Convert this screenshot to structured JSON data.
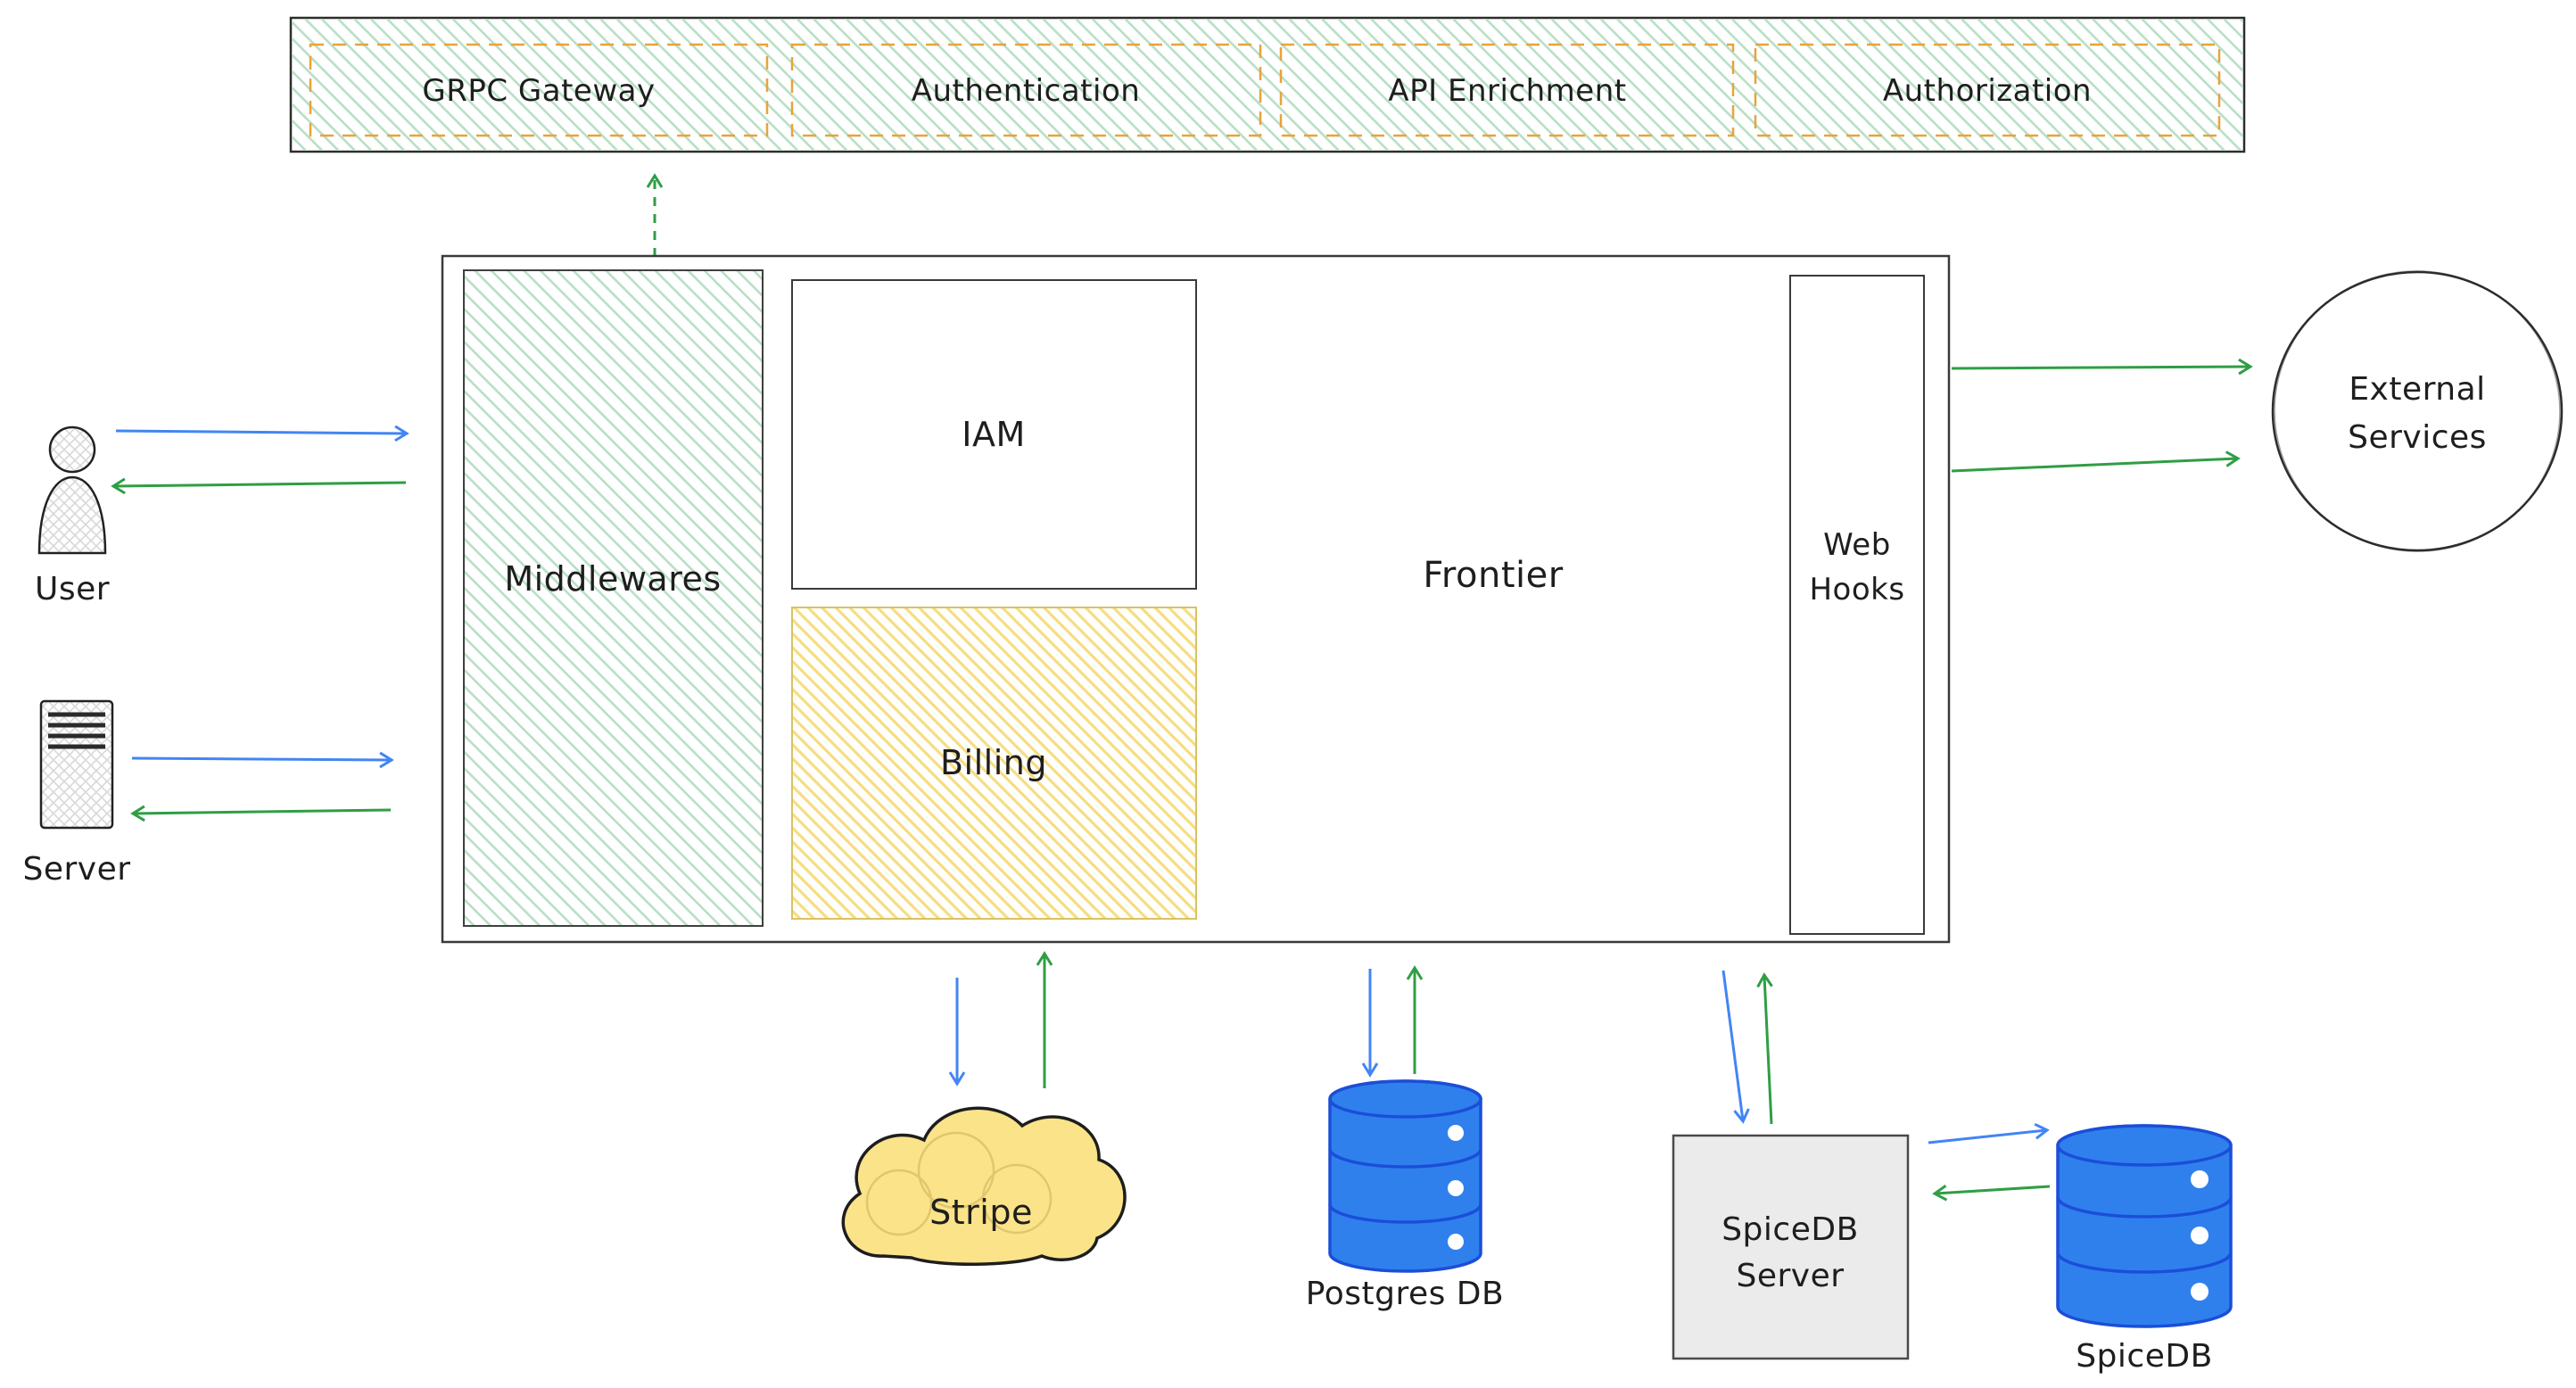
{
  "top_bar": {
    "items": [
      {
        "label": "GRPC Gateway"
      },
      {
        "label": "Authentication"
      },
      {
        "label": "API Enrichment"
      },
      {
        "label": "Authorization"
      }
    ]
  },
  "actors": {
    "user_label": "User",
    "server_label": "Server"
  },
  "container": {
    "middlewares_label": "Middlewares",
    "iam_label": "IAM",
    "billing_label": "Billing",
    "frontier_label": "Frontier",
    "webhooks_line1": "Web",
    "webhooks_line2": "Hooks"
  },
  "external_services": {
    "line1": "External",
    "line2": "Services"
  },
  "datastores": {
    "stripe_label": "Stripe",
    "postgres_label": "Postgres DB",
    "spicedb_server_line1": "SpiceDB",
    "spicedb_server_line2": "Server",
    "spicedb_label": "SpiceDB"
  },
  "colors": {
    "ink": "#1e1e1e",
    "arrow_blue": "#4285f4",
    "arrow_green": "#2f9e44",
    "hatch_green": "#b7dfc5",
    "hatch_yellow": "#f6dd7f",
    "orange_dashed_border": "#e8a33b",
    "cylinder_fill": "#2f80ed",
    "cylinder_stroke": "#1b4ed8",
    "cloud_fill": "#fbe38a",
    "server_box_fill": "#ebebeb"
  }
}
